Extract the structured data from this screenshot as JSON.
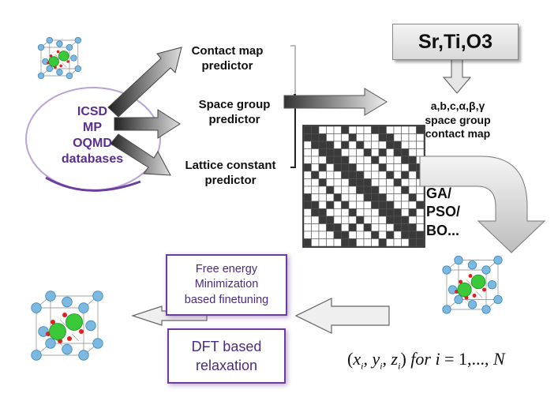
{
  "databases": {
    "lines": [
      "ICSD",
      "MP",
      "OQMD",
      "databases"
    ]
  },
  "predictors": {
    "contact_map": [
      "Contact map",
      "predictor"
    ],
    "space_group": [
      "Space group",
      "predictor"
    ],
    "lattice_constant": [
      "Lattice constant",
      "predictor"
    ]
  },
  "formula": "Sr,Ti,O3",
  "outputs": [
    "a,b,c,α,β,γ",
    "space group",
    "contact map"
  ],
  "optimizers": [
    "GA/",
    "PSO/",
    "BO..."
  ],
  "free_energy": [
    "Free energy",
    "Minimization",
    "based finetuning"
  ],
  "dft": [
    "DFT based",
    "relaxation"
  ],
  "equation": {
    "open": "(",
    "x": "x",
    "y": "y",
    "z": "z",
    "sub": "i",
    "close": ")",
    "for": "for",
    "i": "i",
    "rest": "= 1,..., ",
    "N": "N"
  },
  "colors": {
    "purple": "#6b3fa0",
    "atom_blue": "#6aaed6",
    "atom_green": "#33cc33",
    "atom_red": "#dd2222"
  }
}
